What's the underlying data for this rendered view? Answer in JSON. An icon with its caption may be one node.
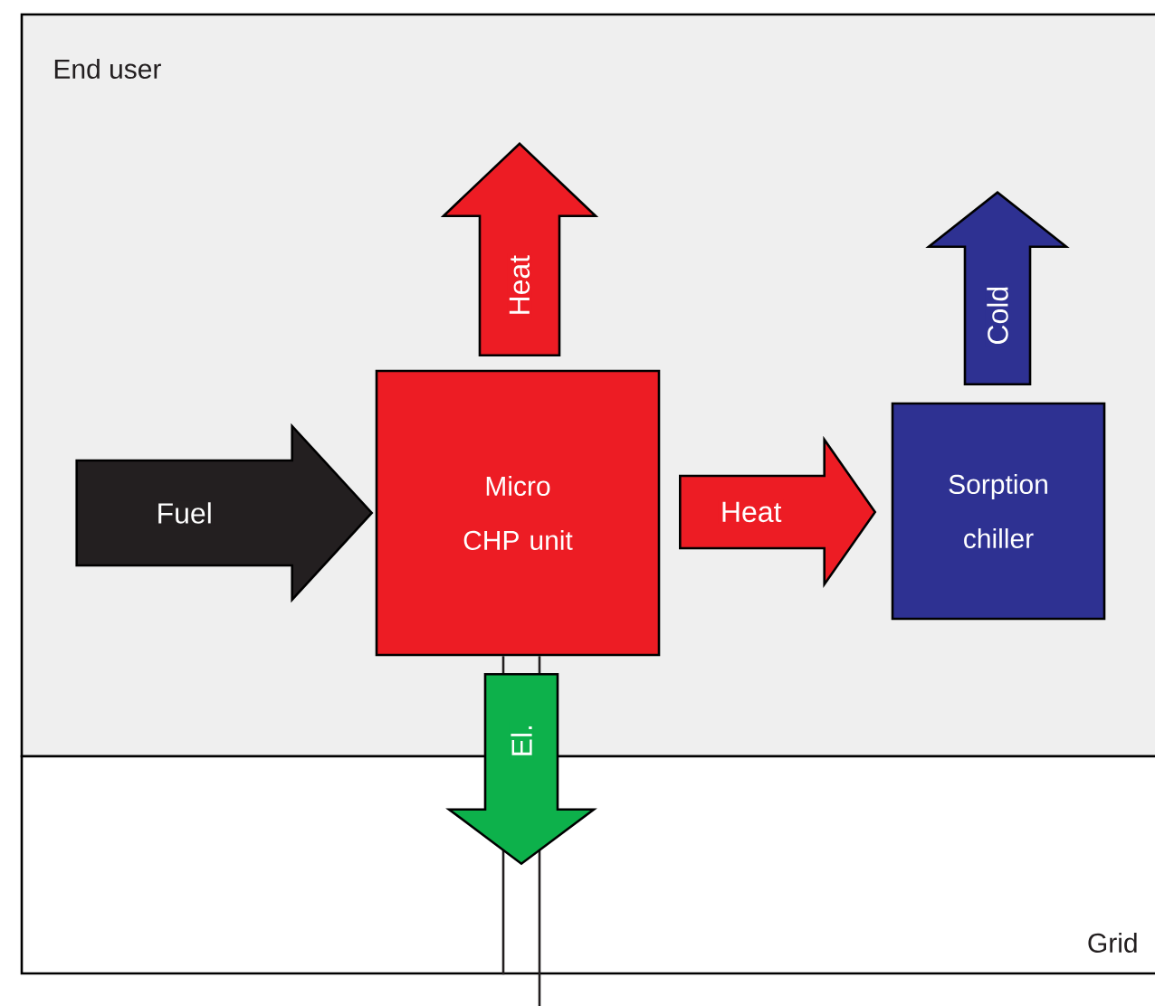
{
  "diagram": {
    "nodes": [
      {
        "text": [
          "End user"
        ]
      },
      {
        "text": [
          "Grid"
        ]
      },
      {
        "text": [
          "Micro CHP unit"
        ],
        "in": 0
      },
      {
        "text": [
          "Sorption chiller"
        ],
        "in": 0
      }
    ],
    "edges": [
      {
        "from": null,
        "to": 2,
        "arrow": "to",
        "label": "Fuel",
        "color": "#231f20"
      },
      {
        "from": 2,
        "to": null,
        "arrow": "to",
        "label": "Heat",
        "color": "#ed1c24"
      },
      {
        "from": 2,
        "to": 3,
        "arrow": "to",
        "label": "Heat",
        "color": "#ed1c24"
      },
      {
        "from": 3,
        "to": null,
        "arrow": "to",
        "label": "Cold",
        "color": "#2e3192"
      },
      {
        "from": 2,
        "to": 1,
        "arrow": "to",
        "label": "El.",
        "color": "#0db14b"
      },
      {
        "from": 2,
        "to": 1,
        "arrow": "none",
        "color": "#231f20"
      }
    ]
  }
}
